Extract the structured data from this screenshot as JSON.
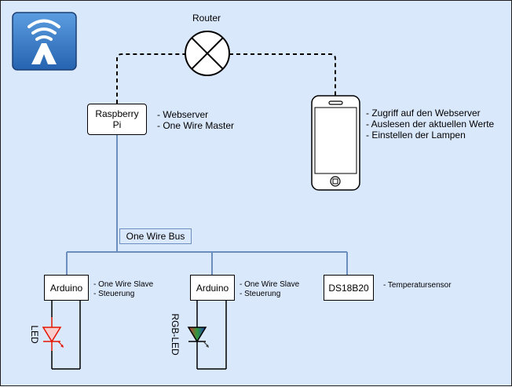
{
  "router": {
    "label": "Router"
  },
  "raspberry": {
    "label_line1": "Raspberry",
    "label_line2": "Pi",
    "notes": [
      "- Webserver",
      "- One Wire Master"
    ]
  },
  "phone": {
    "notes": [
      "- Zugriff auf den Webserver",
      "- Auslesen der aktuellen Werte",
      "- Einstellen der Lampen"
    ]
  },
  "bus": {
    "label": "One Wire Bus"
  },
  "devices": [
    {
      "label": "Arduino",
      "notes": [
        "- One Wire Slave",
        "- Steuerung"
      ],
      "led_label": "LED"
    },
    {
      "label": "Arduino",
      "notes": [
        "- One Wire Slave",
        "- Steuerung"
      ],
      "led_label": "RGB-LED"
    },
    {
      "label": "DS18B20",
      "notes": [
        "- Temperatursensor"
      ]
    }
  ],
  "colors": {
    "background": "#dae8fc",
    "bus_line": "#6c8ebf",
    "led_red": "#e51400",
    "logo_blue": "#2a6fbd"
  },
  "icons": {
    "logo": "wifi-tower-logo-icon",
    "router": "router-cross-icon",
    "phone": "smartphone-icon"
  }
}
